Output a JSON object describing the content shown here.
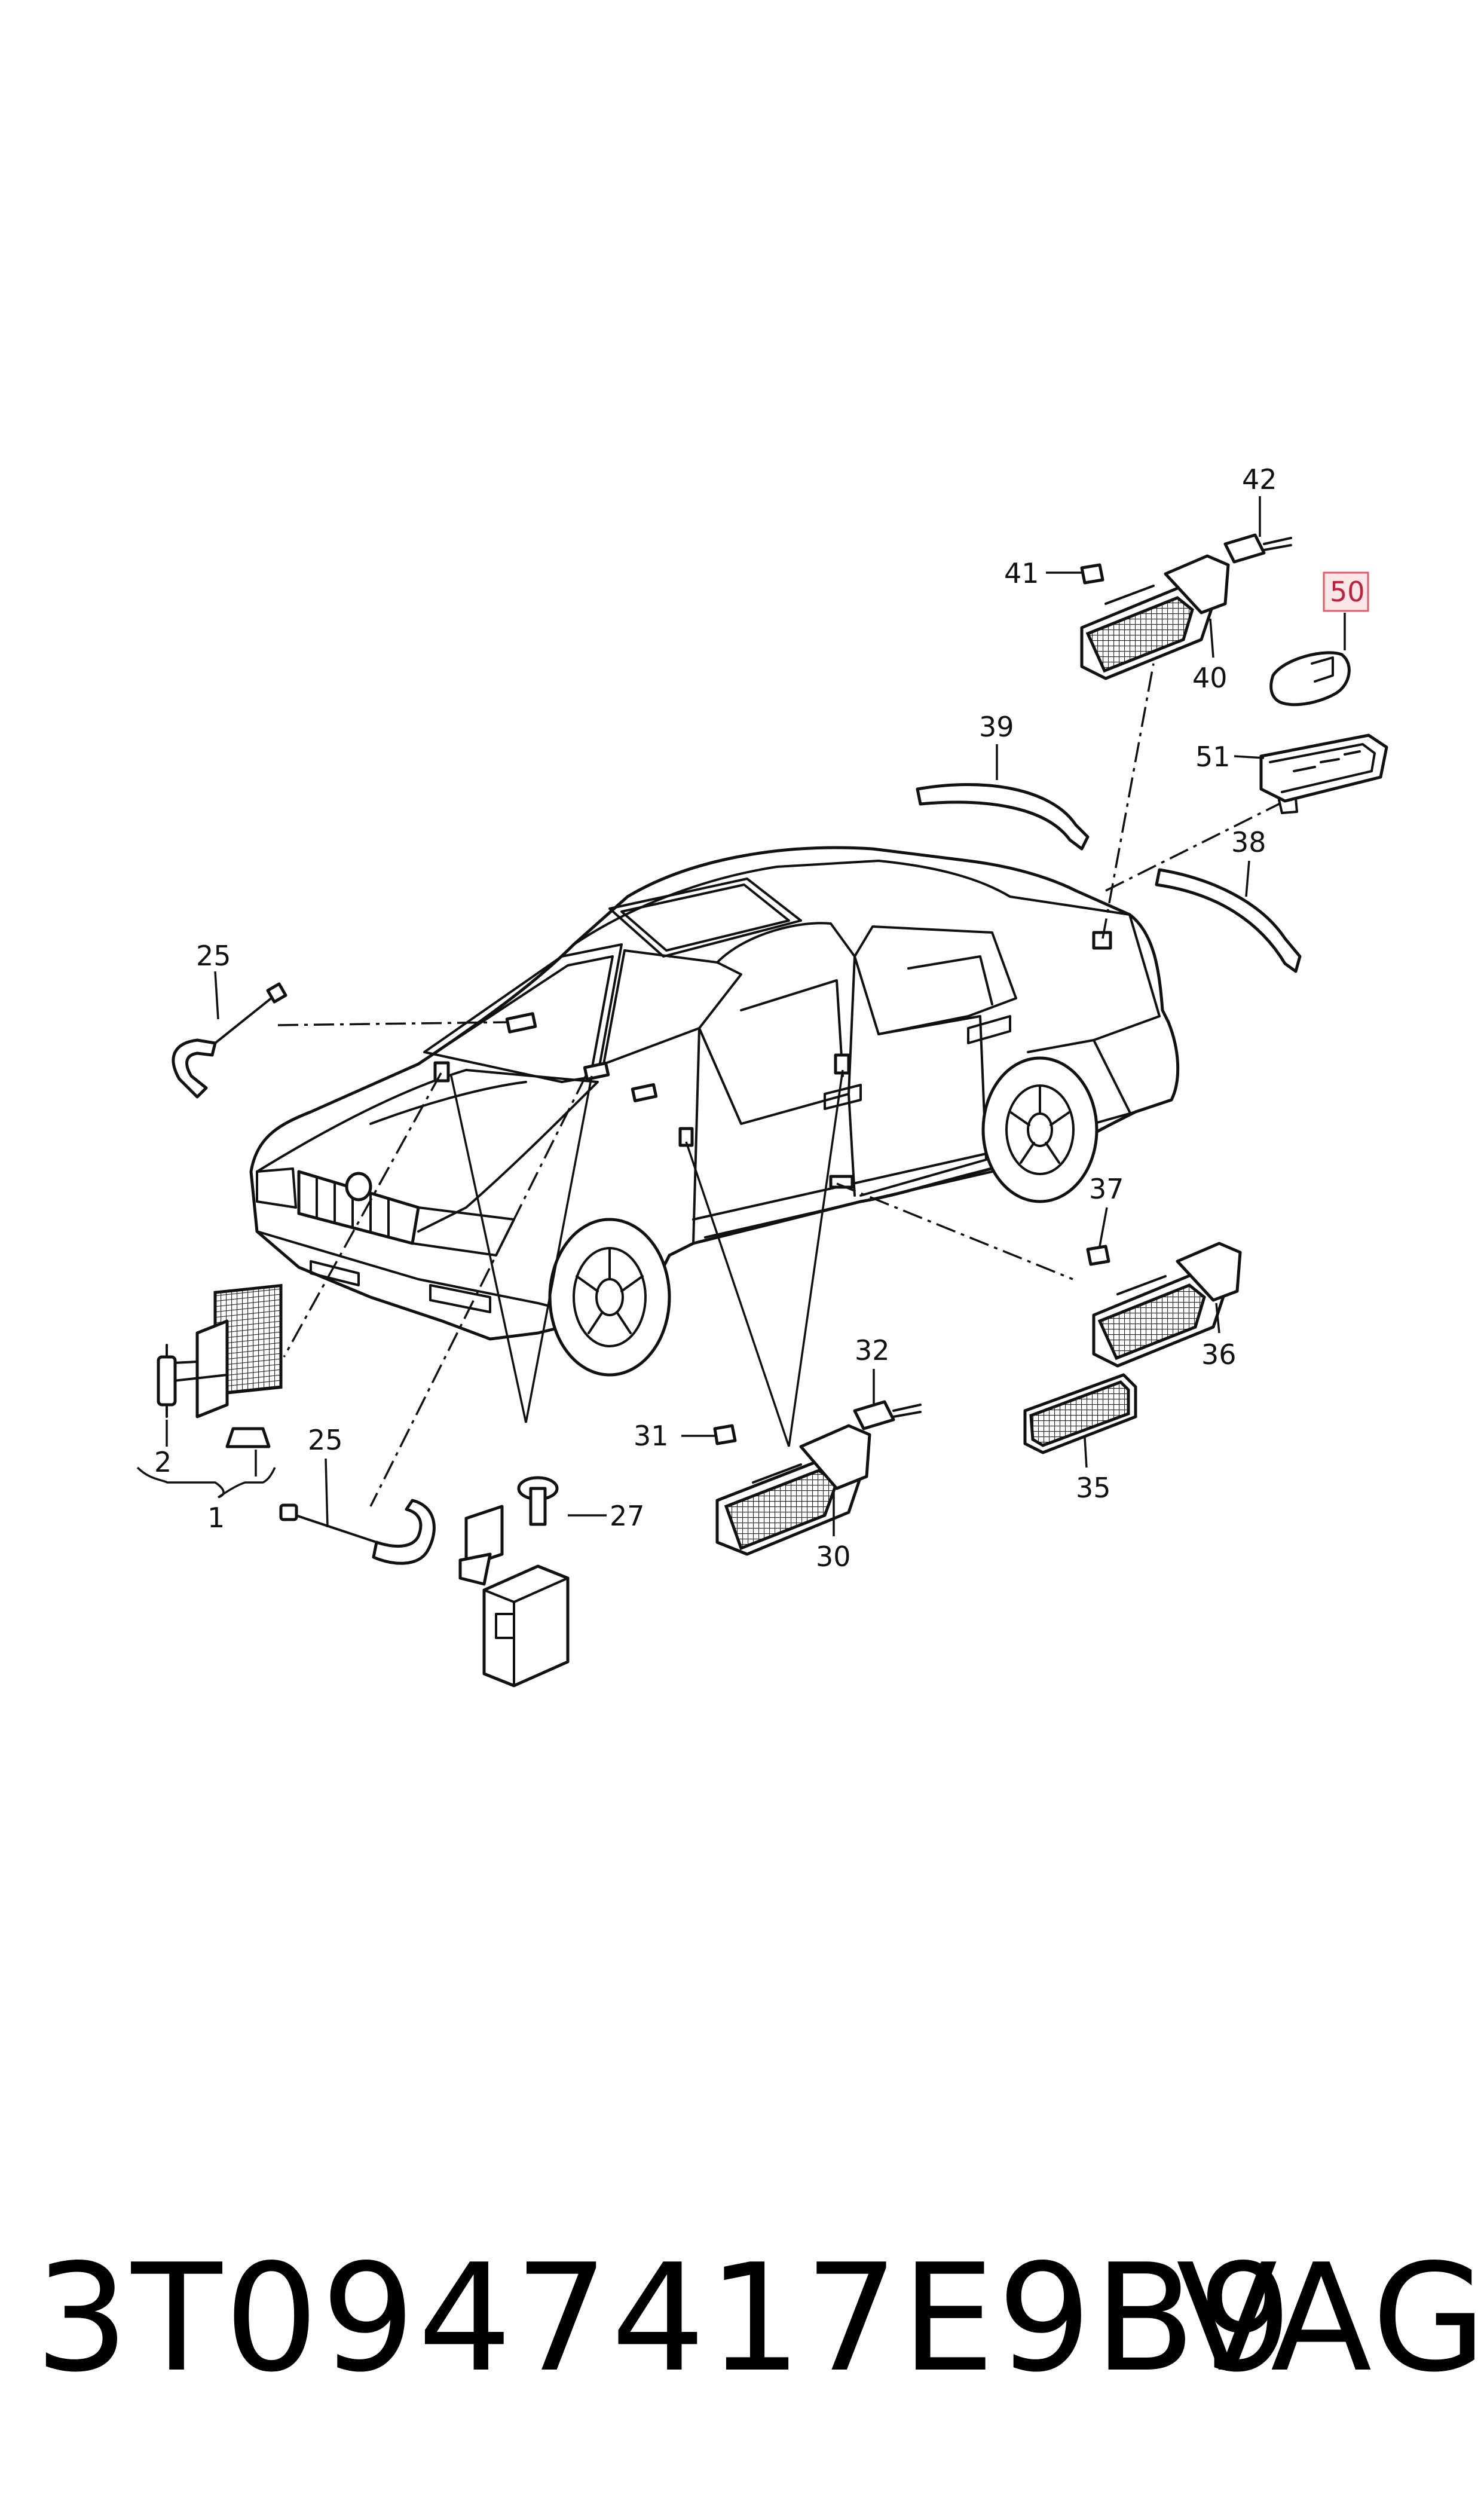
{
  "diagram": {
    "callouts": {
      "c1": "1",
      "c2": "2",
      "c25a": "25",
      "c25b": "25",
      "c27": "27",
      "c30": "30",
      "c31": "31",
      "c32": "32",
      "c35": "35",
      "c36": "36",
      "c37": "37",
      "c38": "38",
      "c39": "39",
      "c40": "40",
      "c41": "41",
      "c42": "42",
      "c51": "51"
    },
    "highlighted": {
      "label": "50",
      "border_color": "#e05a6a",
      "fill_color": "#fbe6e8"
    }
  },
  "footer": {
    "part_number": "3T0947417E9B9",
    "brand": "VAG"
  }
}
